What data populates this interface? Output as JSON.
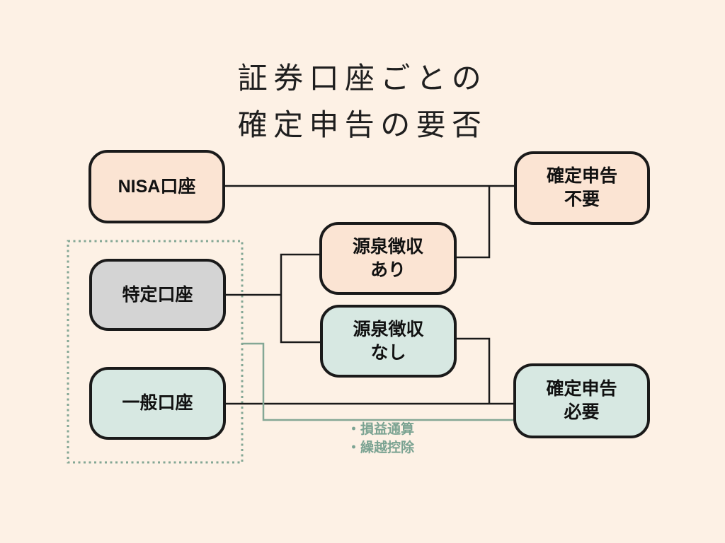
{
  "title": {
    "line1": "証券口座ごとの",
    "line2": "確定申告の要否"
  },
  "nodes": {
    "nisa": {
      "label": "NISA口座"
    },
    "tokutei": {
      "label": "特定口座"
    },
    "ippan": {
      "label": "一般口座"
    },
    "gensen_ari": {
      "line1": "源泉徴収",
      "line2": "あり"
    },
    "gensen_nashi": {
      "line1": "源泉徴収",
      "line2": "なし"
    },
    "fuyou": {
      "line1": "確定申告",
      "line2": "不要"
    },
    "hitsuyou": {
      "line1": "確定申告",
      "line2": "必要"
    }
  },
  "notes": {
    "items": [
      "・損益通算",
      "・繰越控除"
    ]
  },
  "colors": {
    "background": "#fdf1e5",
    "peach_box": "#fbe4d3",
    "teal_box": "#d7e8e2",
    "gray_box": "#d4d4d4",
    "line_black": "#1a1a1a",
    "accent_green": "#84a795",
    "accent_green_text": "#7ba392"
  }
}
